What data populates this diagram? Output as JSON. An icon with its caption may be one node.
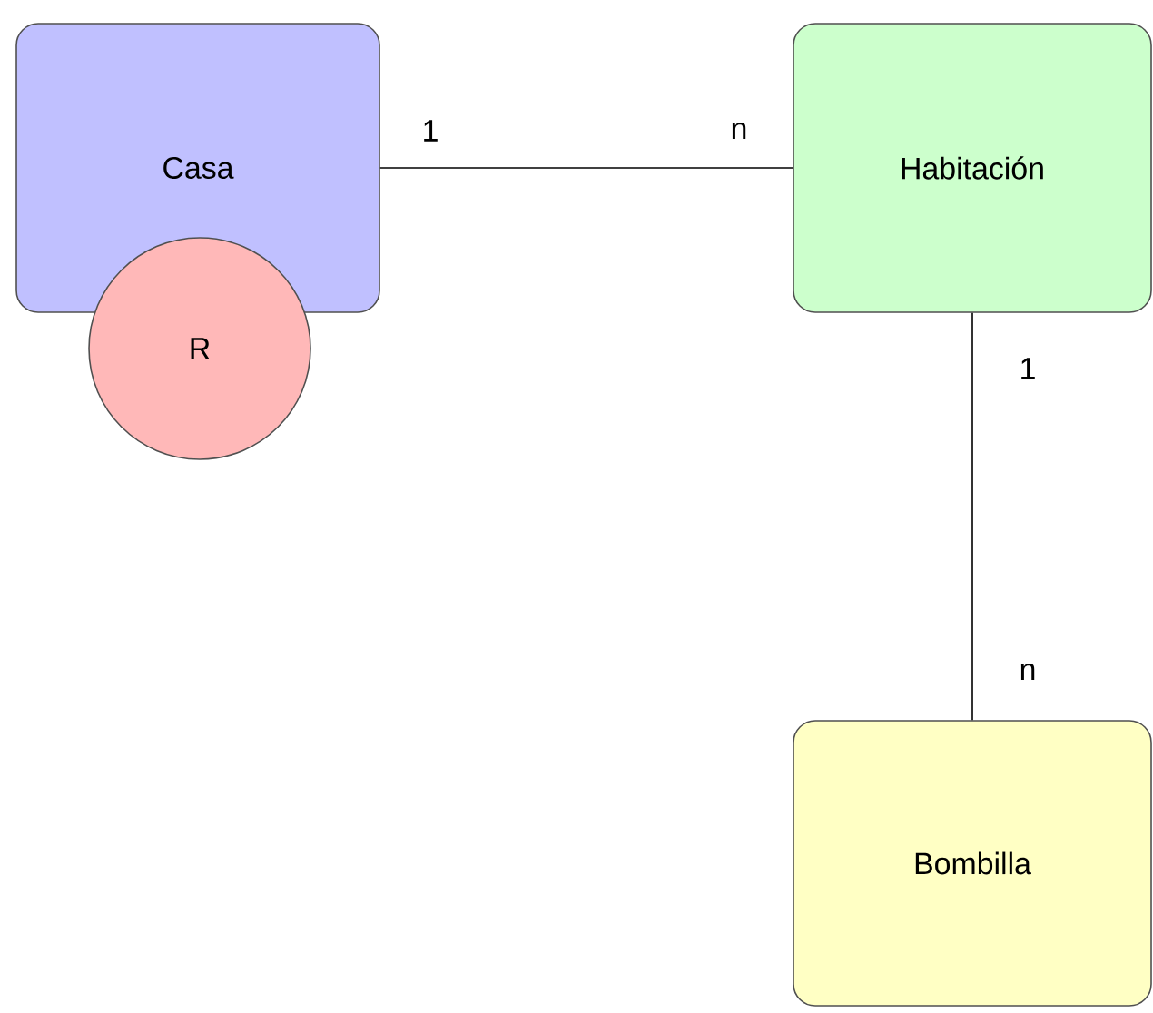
{
  "diagram": {
    "nodes": [
      {
        "text": [
          "Casa"
        ]
      },
      {
        "text": [
          "R"
        ]
      },
      {
        "text": [
          "Habitación"
        ]
      },
      {
        "text": [
          "Bombilla"
        ]
      }
    ],
    "edges": [
      {
        "from": 0,
        "to": 2,
        "arrow": "none"
      },
      {
        "from": 2,
        "to": 3,
        "arrow": "none"
      }
    ],
    "labels": [
      "1",
      "n",
      "1",
      "n"
    ]
  }
}
